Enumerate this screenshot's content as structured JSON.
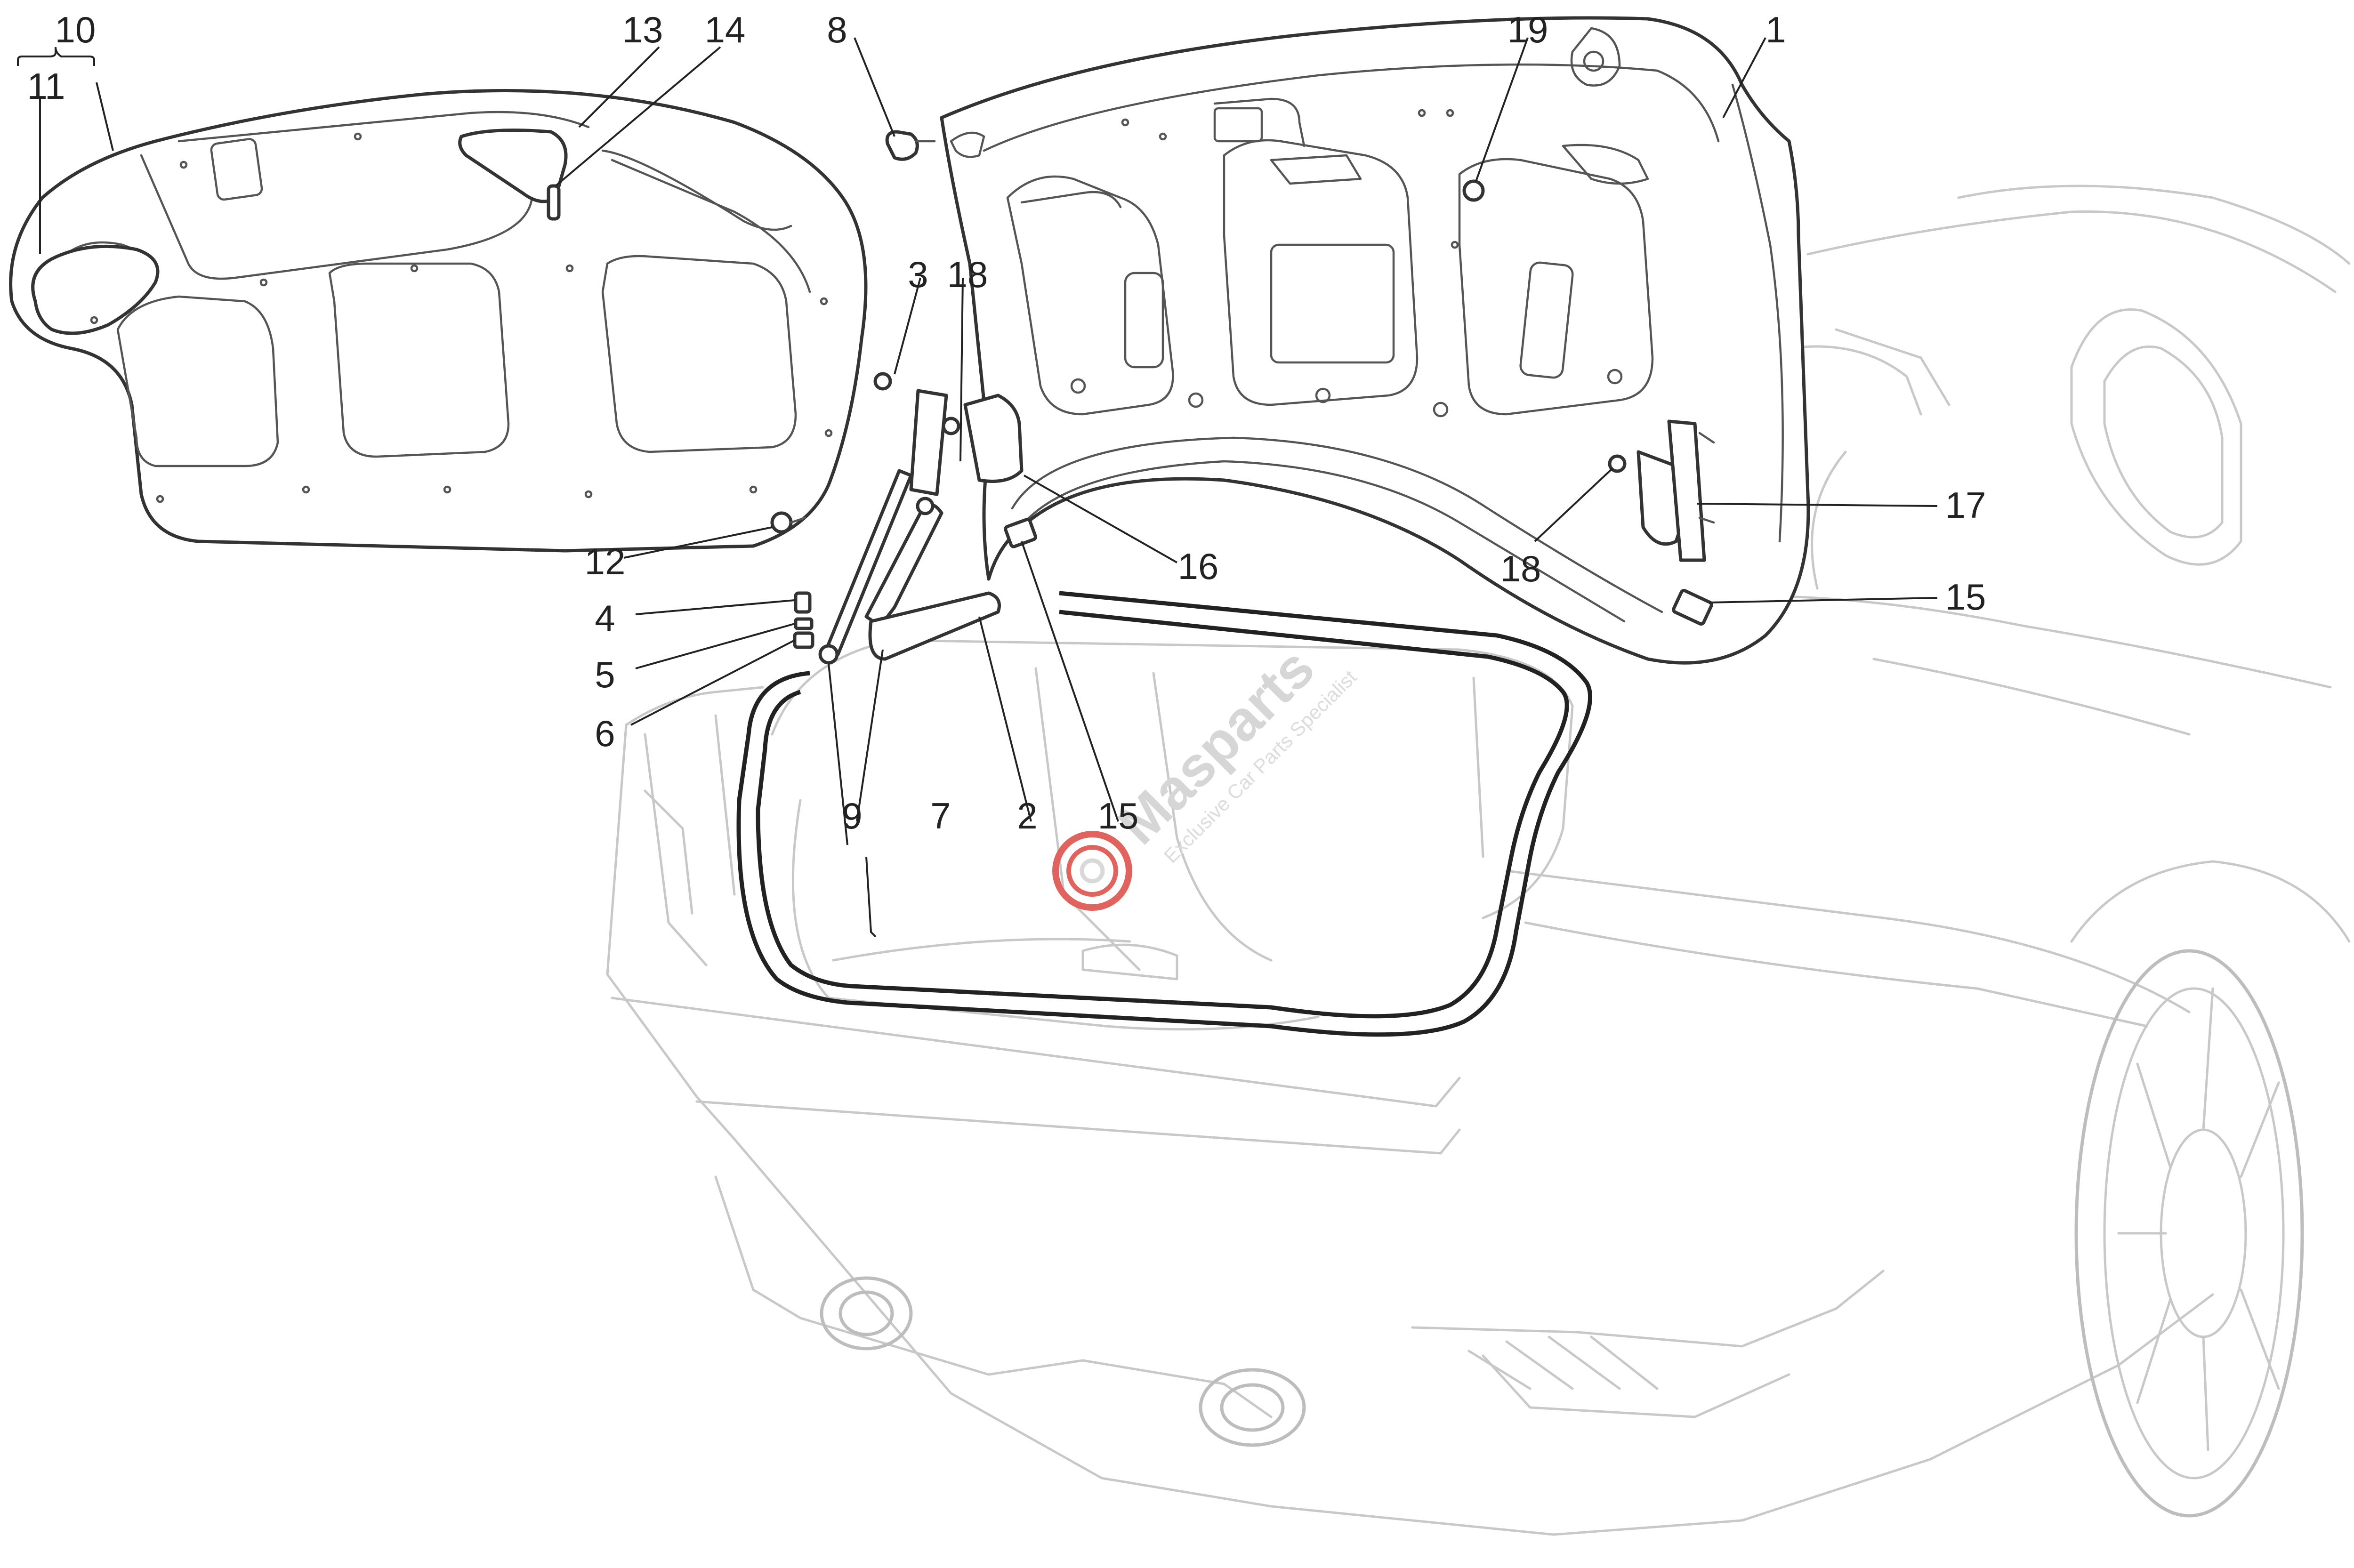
{
  "callouts": {
    "c1": "1",
    "c2": "2",
    "c3": "3",
    "c4": "4",
    "c5": "5",
    "c6": "6",
    "c7": "7",
    "c8": "8",
    "c9": "9",
    "c10": "10",
    "c11": "11",
    "c12": "12",
    "c13": "13",
    "c14": "14",
    "c15a": "15",
    "c15b": "15",
    "c16": "16",
    "c17": "17",
    "c18a": "18",
    "c18b": "18",
    "c19": "19"
  },
  "watermark": {
    "brand": "Masparts",
    "tagline": "Exclusive Car Parts Specialist",
    "colors": {
      "red": "#e0635d",
      "gray": "#d6d6d6"
    }
  }
}
